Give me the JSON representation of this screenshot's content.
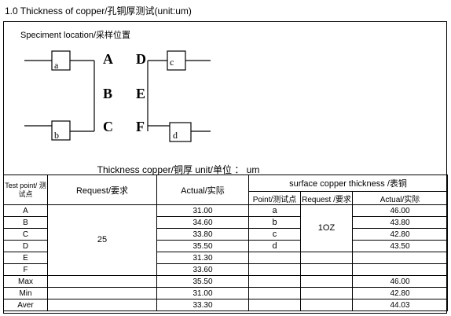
{
  "title": "1.0 Thickness of copper/孔铜厚测试(unit:um)",
  "location_label": "Speciment location/采样位置",
  "diagram": {
    "points_left": [
      "A",
      "B",
      "C"
    ],
    "points_right": [
      "D",
      "E",
      "F"
    ],
    "boxes": [
      "a",
      "b",
      "c",
      "d"
    ]
  },
  "thickness_caption": "Thickness copper/铜厚    unit/单位 ：  um",
  "table": {
    "headers": {
      "test_point": "Test point/ 测试点",
      "request": "Request/要求",
      "actual": "Actual/实际",
      "surface": "surface copper thickness /表铜",
      "point": "Point/测试点",
      "request2": "Request /要求",
      "actual2": "Actual/实际"
    },
    "request_value": "25",
    "surface_request": "1OZ",
    "rows": [
      {
        "point": "A",
        "actual": "31.00",
        "spoint": "a",
        "sactual": "46.00"
      },
      {
        "point": "B",
        "actual": "34.60",
        "spoint": "b",
        "sactual": "43.80"
      },
      {
        "point": "C",
        "actual": "33.80",
        "spoint": "c",
        "sactual": "42.80"
      },
      {
        "point": "D",
        "actual": "35.50",
        "spoint": "d",
        "sactual": "43.50"
      },
      {
        "point": "E",
        "actual": "31.30",
        "spoint": "",
        "sactual": ""
      },
      {
        "point": "F",
        "actual": "33.60",
        "spoint": "",
        "sactual": ""
      },
      {
        "point": "Max",
        "actual": "35.50",
        "spoint": "",
        "sactual": "46.00"
      },
      {
        "point": "Min",
        "actual": "31.00",
        "spoint": "",
        "sactual": "42.80"
      },
      {
        "point": "Aver",
        "actual": "33.30",
        "spoint": "",
        "sactual": "44.03"
      }
    ]
  }
}
